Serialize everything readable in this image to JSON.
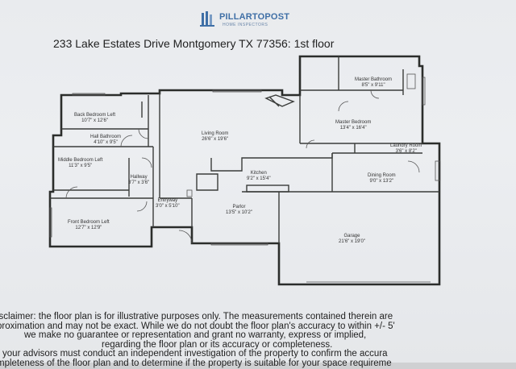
{
  "logo": {
    "brand": "PILLARTOPOST",
    "tagline": "HOME INSPECTORS",
    "icon": "house-icon"
  },
  "title": "233 Lake Estates Drive Montgomery TX 77356: 1st floor",
  "rooms": {
    "back_bedroom_left": {
      "name": "Back Bedroom Left",
      "dim": "10'7\" x 12'6\""
    },
    "hall_bathroom": {
      "name": "Hall Bathroom",
      "dim": "4'10\" x 9'5\""
    },
    "middle_bedroom_left": {
      "name": "Middle Bedroom Left",
      "dim": "11'3\" x 9'5\""
    },
    "hallway": {
      "name": "Hallway",
      "dim": "3'7\" x 3'6\""
    },
    "front_bedroom_left": {
      "name": "Front Bedroom Left",
      "dim": "12'7\" x 12'9\""
    },
    "entryway": {
      "name": "Entryway",
      "dim": "3'0\" x 5'10\""
    },
    "living_room": {
      "name": "Living Room",
      "dim": "26'6\" x 19'6\""
    },
    "kitchen": {
      "name": "Kitchen",
      "dim": "9'2\" x 15'4\""
    },
    "parlor": {
      "name": "Parlor",
      "dim": "13'5\" x 10'2\""
    },
    "master_bathroom": {
      "name": "Master Bathroom",
      "dim": "8'5\" x 9'11\""
    },
    "master_bedroom": {
      "name": "Master Bedroom",
      "dim": "13'4\" x 16'4\""
    },
    "laundry_room": {
      "name": "Laundry Room",
      "dim": "3'6\" x 8'2\""
    },
    "dining_room": {
      "name": "Dining Room",
      "dim": "9'0\" x 13'2\""
    },
    "garage": {
      "name": "Garage",
      "dim": "21'6\" x 19'0\""
    }
  },
  "disclaimer": [
    "isclaimer: the floor plan is for illustrative purposes only. The measurements contained therein are",
    "proximation and may not be exact. While we do not doubt the floor plan's accuracy to within +/- 5'",
    "we make no guarantee or representation and grant no warranty, express or implied,",
    "regarding the floor plan or its accuracy or completeness.",
    "r your advisors must conduct an independent investigation of the property to confirm the accura",
    "mpleteness of the floor plan and to determine if the property is suitable for your space requireme"
  ]
}
